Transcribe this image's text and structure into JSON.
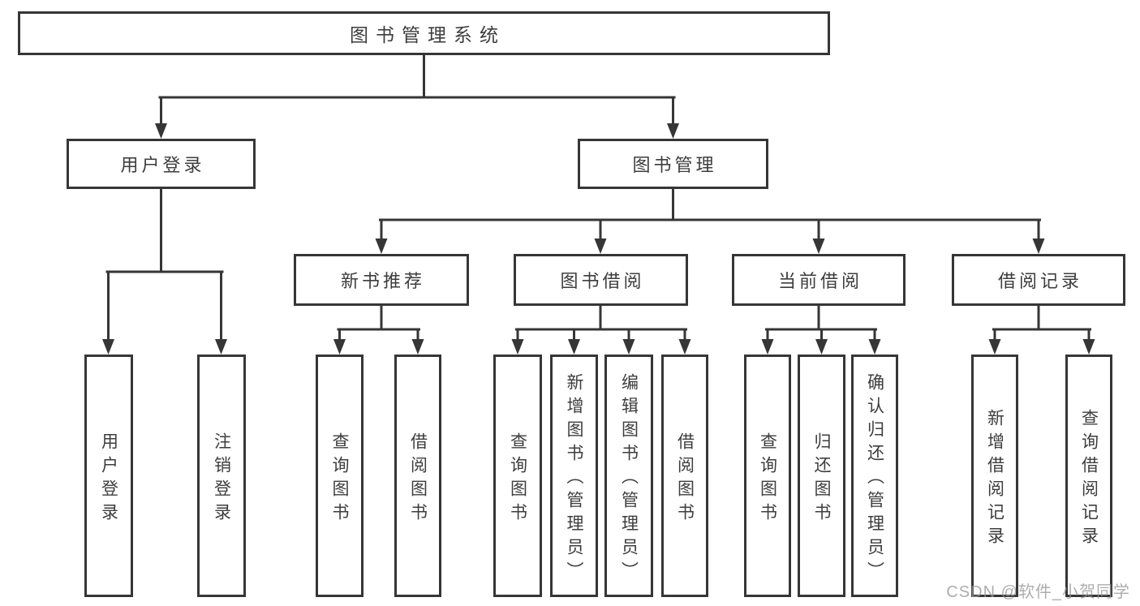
{
  "tree": {
    "root": {
      "label": "图书管理系统"
    },
    "branches": [
      {
        "label": "用户登录",
        "children": [
          {
            "label": "用户登录"
          },
          {
            "label": "注销登录"
          }
        ]
      },
      {
        "label": "图书管理",
        "children": [
          {
            "label": "新书推荐",
            "children": [
              {
                "label": "查询图书"
              },
              {
                "label": "借阅图书"
              }
            ]
          },
          {
            "label": "图书借阅",
            "children": [
              {
                "label": "查询图书"
              },
              {
                "label": "新增图书（管理员）"
              },
              {
                "label": "编辑图书（管理员）"
              },
              {
                "label": "借阅图书"
              }
            ]
          },
          {
            "label": "当前借阅",
            "children": [
              {
                "label": "查询图书"
              },
              {
                "label": "归还图书"
              },
              {
                "label": "确认归还（管理员）"
              }
            ]
          },
          {
            "label": "借阅记录",
            "children": [
              {
                "label": "新增借阅记录"
              },
              {
                "label": "查询借阅记录"
              }
            ]
          }
        ]
      }
    ]
  },
  "watermark": {
    "text": "CSDN @软件_小贺同学"
  },
  "colors": {
    "line": "#363636",
    "text": "#3d3d3d",
    "background": "#ffffff",
    "watermark": "#969696"
  }
}
